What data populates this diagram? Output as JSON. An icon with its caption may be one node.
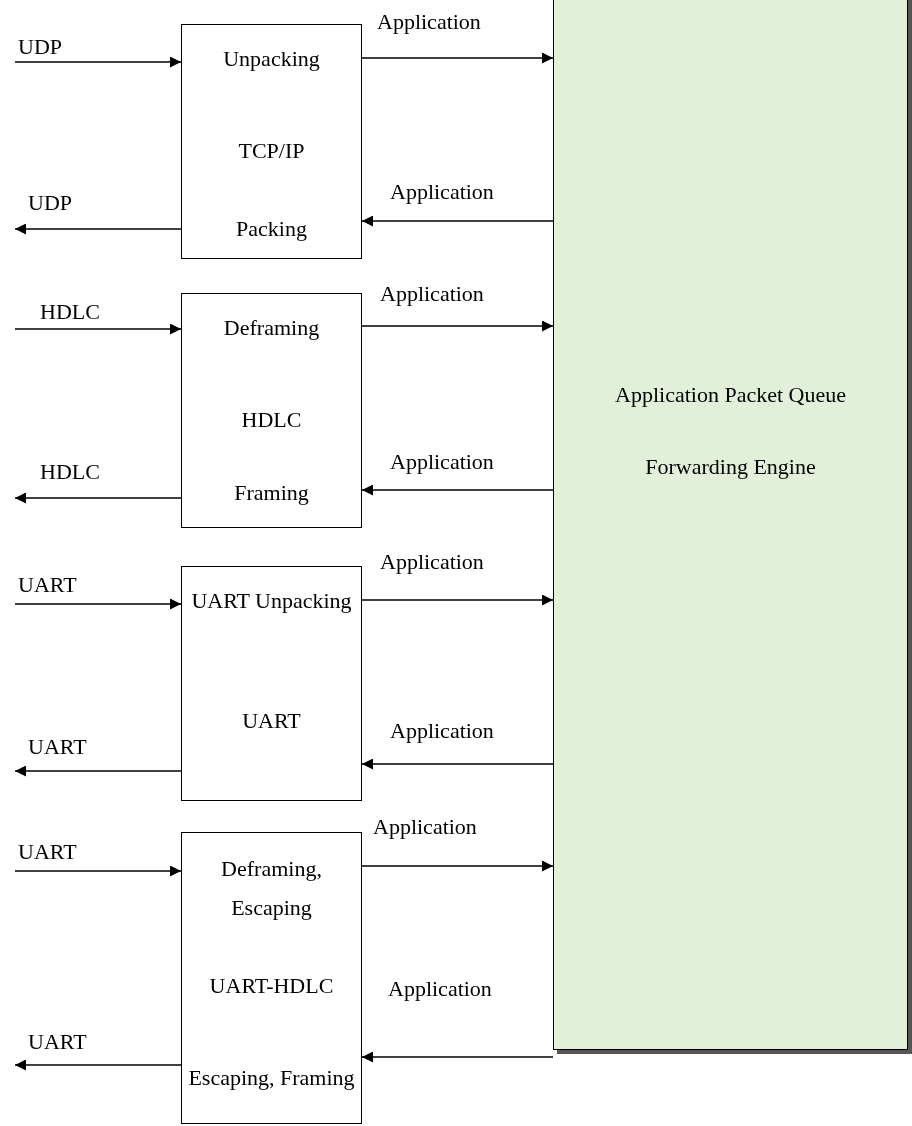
{
  "diagram": {
    "nodes": [
      {
        "text": [
          "Unpacking",
          "TCP/IP",
          "Packing"
        ]
      },
      {
        "text": [
          "Deframing",
          "HDLC",
          "Framing"
        ]
      },
      {
        "text": [
          "UART Unpacking",
          "UART"
        ]
      },
      {
        "text": [
          "Deframing, Escaping",
          "UART-HDLC",
          "Escaping, Framing"
        ]
      },
      {
        "text": [
          "Application Packet Queue",
          "Forwarding Engine"
        ]
      }
    ],
    "edges": [
      {
        "from": null,
        "to": 0,
        "arrow": "to",
        "label": "UDP"
      },
      {
        "from": 0,
        "to": null,
        "arrow": "to",
        "label": "UDP"
      },
      {
        "from": 0,
        "to": 4,
        "arrow": "to",
        "label": "Application"
      },
      {
        "from": 4,
        "to": 0,
        "arrow": "to",
        "label": "Application"
      },
      {
        "from": null,
        "to": 1,
        "arrow": "to",
        "label": "HDLC"
      },
      {
        "from": 1,
        "to": null,
        "arrow": "to",
        "label": "HDLC"
      },
      {
        "from": 1,
        "to": 4,
        "arrow": "to",
        "label": "Application"
      },
      {
        "from": 4,
        "to": 1,
        "arrow": "to",
        "label": "Application"
      },
      {
        "from": null,
        "to": 2,
        "arrow": "to",
        "label": "UART"
      },
      {
        "from": 2,
        "to": null,
        "arrow": "to",
        "label": "UART"
      },
      {
        "from": 2,
        "to": 4,
        "arrow": "to",
        "label": "Application"
      },
      {
        "from": 4,
        "to": 2,
        "arrow": "to",
        "label": "Application"
      },
      {
        "from": null,
        "to": 3,
        "arrow": "to",
        "label": "UART"
      },
      {
        "from": 3,
        "to": null,
        "arrow": "to",
        "label": "UART"
      },
      {
        "from": 3,
        "to": 4,
        "arrow": "to",
        "label": "Application"
      },
      {
        "from": 4,
        "to": 3,
        "arrow": "to",
        "label": "Application"
      }
    ]
  }
}
